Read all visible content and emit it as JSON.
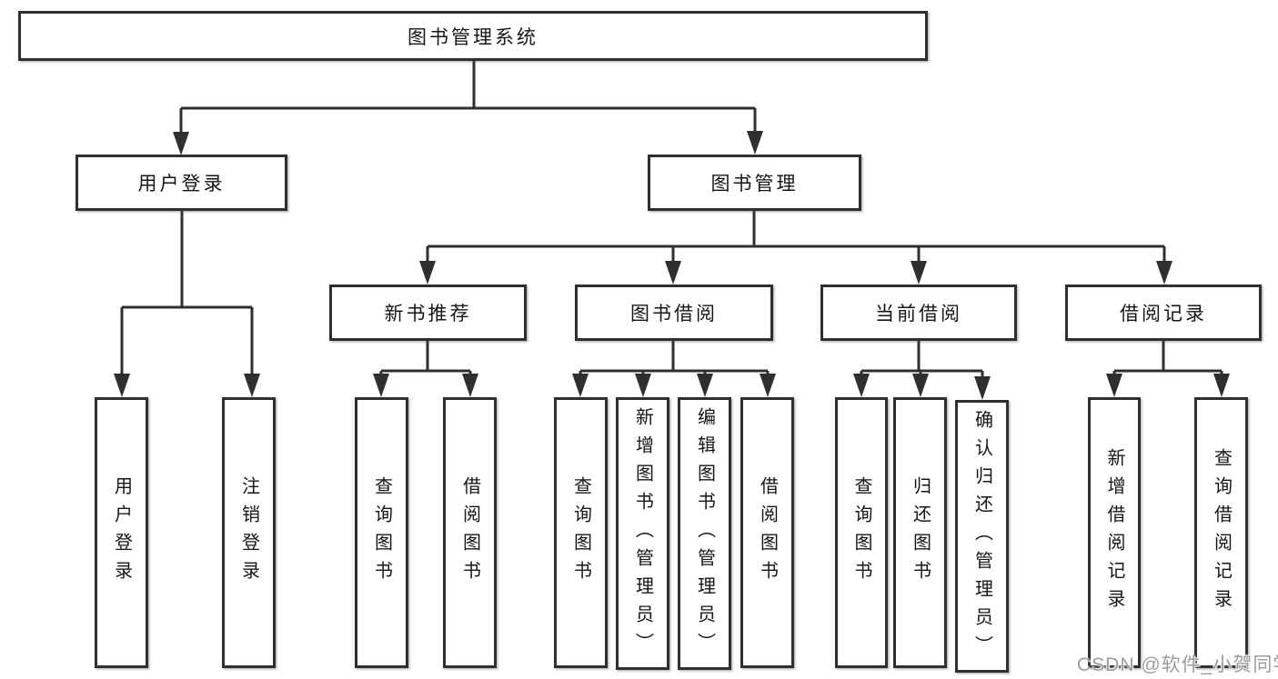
{
  "colors": {
    "background": "#ffffff",
    "line": "#2f2f2f",
    "box_border": "#2f2f2f",
    "text": "#161616",
    "watermark": "#9c9c9c"
  },
  "nodes": {
    "root": "图书管理系统",
    "user_login": "用户登录",
    "book_mgmt": "图书管理",
    "new_book_rec": "新书推荐",
    "book_borrow": "图书借阅",
    "current_borrow": "当前借阅",
    "borrow_record": "借阅记录",
    "leaf_user_login": "用户登录",
    "leaf_logout": "注销登录",
    "leaf_query_book_1": "查询图书",
    "leaf_borrow_book_1": "借阅图书",
    "leaf_query_book_2": "查询图书",
    "leaf_add_book": "新增图书（管理员）",
    "leaf_edit_book": "编辑图书（管理员）",
    "leaf_borrow_book_2": "借阅图书",
    "leaf_query_book_3": "查询图书",
    "leaf_return_book": "归还图书",
    "leaf_confirm_return": "确认归还（管理员）",
    "leaf_add_record": "新增借阅记录",
    "leaf_query_record": "查询借阅记录"
  },
  "tree": [
    {
      "parent": "图书管理系统",
      "children": [
        "用户登录",
        "图书管理"
      ]
    },
    {
      "parent": "用户登录",
      "children": [
        "用户登录",
        "注销登录"
      ]
    },
    {
      "parent": "图书管理",
      "children": [
        "新书推荐",
        "图书借阅",
        "当前借阅",
        "借阅记录"
      ]
    },
    {
      "parent": "新书推荐",
      "children": [
        "查询图书",
        "借阅图书"
      ]
    },
    {
      "parent": "图书借阅",
      "children": [
        "查询图书",
        "新增图书（管理员）",
        "编辑图书（管理员）",
        "借阅图书"
      ]
    },
    {
      "parent": "当前借阅",
      "children": [
        "查询图书",
        "归还图书",
        "确认归还（管理员）"
      ]
    },
    {
      "parent": "借阅记录",
      "children": [
        "新增借阅记录",
        "查询借阅记录"
      ]
    }
  ],
  "watermark": {
    "text": "CSDN @软件_小贺同学"
  }
}
